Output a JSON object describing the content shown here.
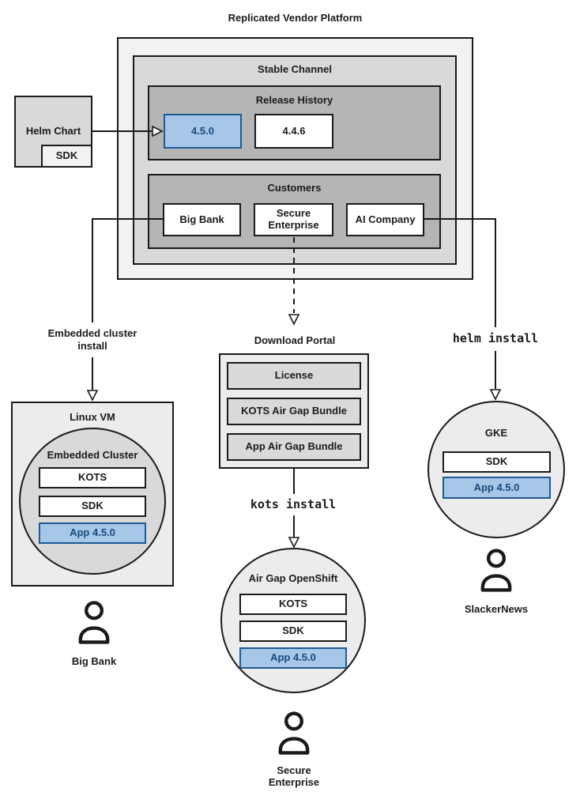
{
  "colors": {
    "highlight_fill": "#a7c7e8",
    "highlight_stroke": "#1e5a96",
    "highlight_text": "#174a7c"
  },
  "title": "Replicated Vendor Platform",
  "platform": {
    "stable_channel_label": "Stable Channel",
    "release_history": {
      "label": "Release History",
      "releases": [
        "4.5.0",
        "4.4.6"
      ],
      "highlighted_release": "4.5.0"
    },
    "customers": {
      "label": "Customers",
      "items": [
        "Big Bank",
        "Secure Enterprise",
        "AI Company"
      ]
    }
  },
  "helm_chart": {
    "label": "Helm Chart",
    "sdk_label": "SDK"
  },
  "left_flow": {
    "arrow_label_line1": "Embedded cluster",
    "arrow_label_line2": "install",
    "vm_label": "Linux VM",
    "cluster_label": "Embedded Cluster",
    "components": [
      "KOTS",
      "SDK"
    ],
    "app_label": "App 4.5.0",
    "user_label": "Big Bank"
  },
  "middle_flow": {
    "portal_label": "Download Portal",
    "portal_items": [
      "License",
      "KOTS Air Gap Bundle",
      "App Air Gap Bundle"
    ],
    "command_label": "kots install",
    "cluster_label": "Air Gap OpenShift",
    "components": [
      "KOTS",
      "SDK"
    ],
    "app_label": "App 4.5.0",
    "user_label_line1": "Secure",
    "user_label_line2": "Enterprise"
  },
  "right_flow": {
    "command_label": "helm install",
    "cluster_label": "GKE",
    "components": [
      "SDK"
    ],
    "app_label": "App 4.5.0",
    "user_label": "SlackerNews"
  }
}
